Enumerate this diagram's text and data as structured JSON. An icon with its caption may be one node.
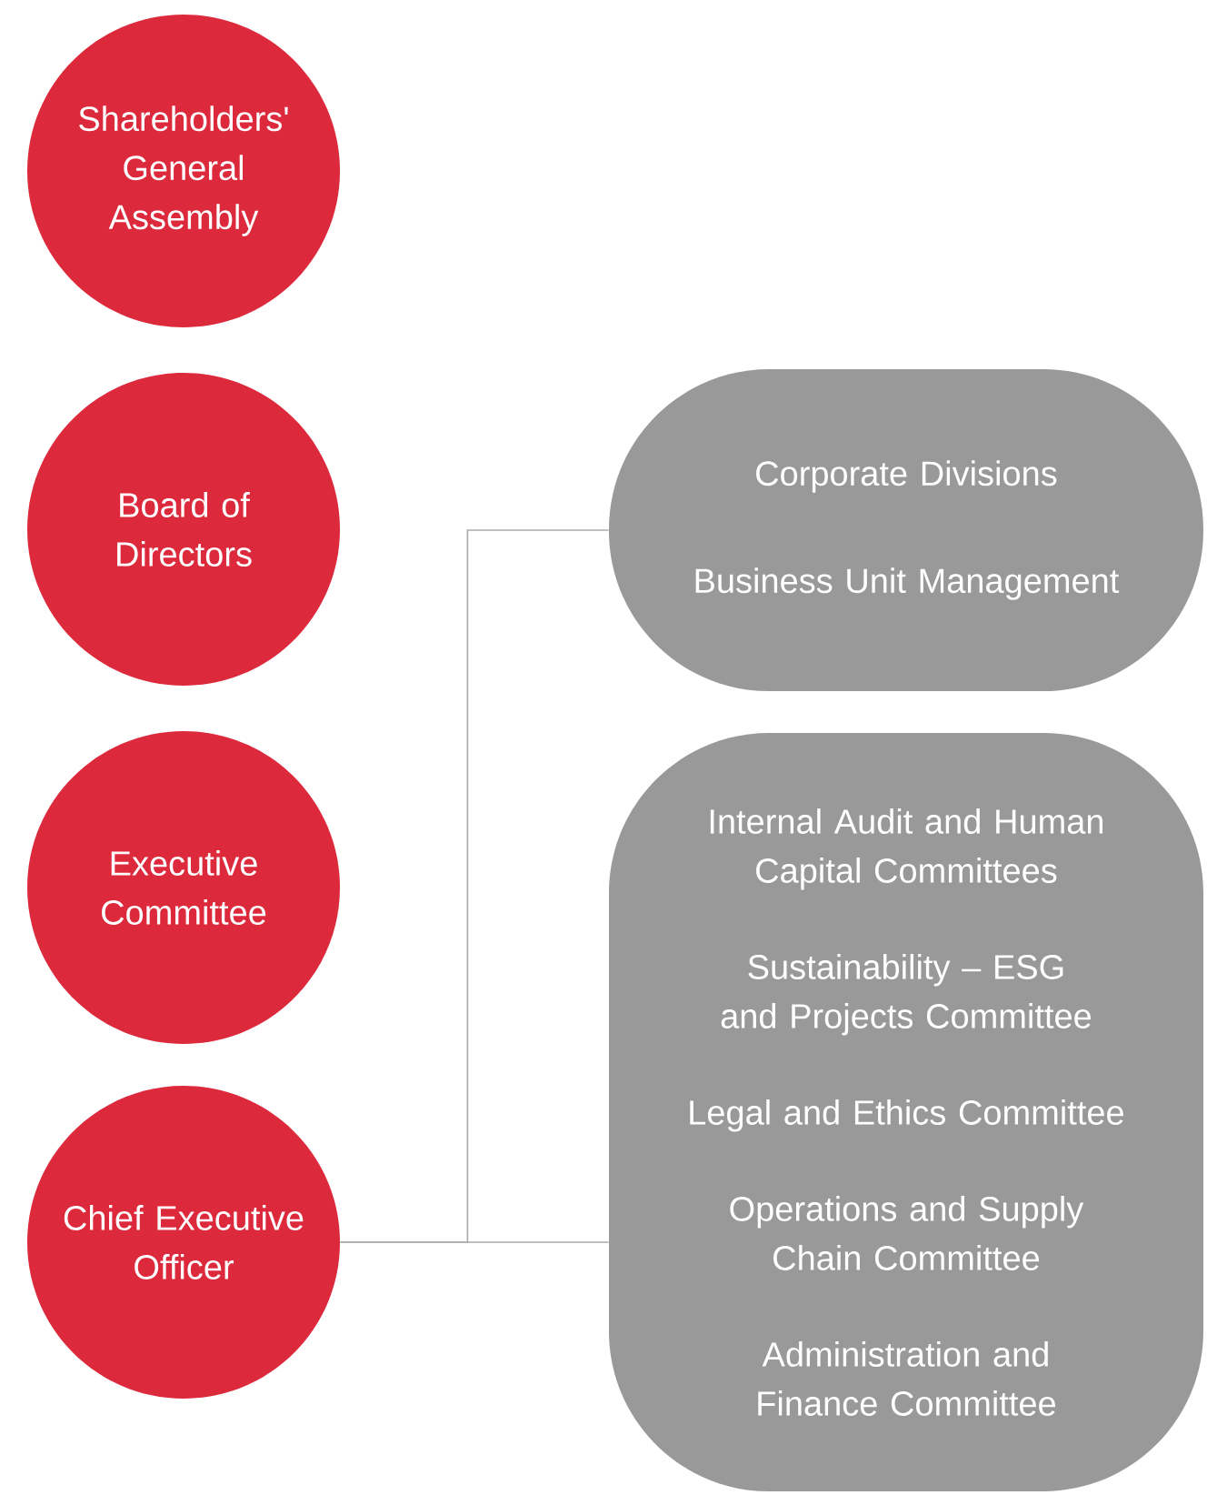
{
  "diagram": {
    "nodes": [
      {
        "text": [
          "Shareholders' General Assembly"
        ]
      },
      {
        "text": [
          "Board of Directors"
        ]
      },
      {
        "text": [
          "Executive Committee"
        ]
      },
      {
        "text": [
          "Chief Executive Officer"
        ]
      },
      {
        "text": [
          "Corporate Divisions",
          "Business Unit Management"
        ]
      },
      {
        "text": [
          "Internal Audit and Human Capital Committees",
          "Sustainability – ESG and Projects Committee",
          "Legal and Ethics Committee",
          "Operations and Supply Chain Committee",
          "Administration and Finance Committee"
        ]
      }
    ],
    "edges": [
      {
        "from": 3,
        "to": 4,
        "arrow": "none"
      },
      {
        "from": 3,
        "to": 5,
        "arrow": "none"
      }
    ]
  }
}
